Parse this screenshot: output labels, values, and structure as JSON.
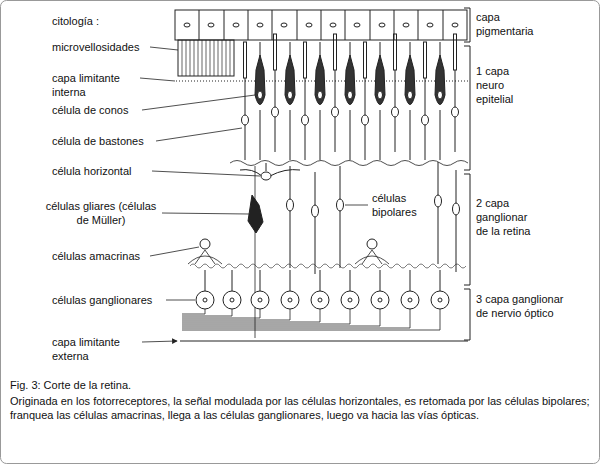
{
  "diagram": {
    "title": "Fig. 3: Corte de la retina.",
    "caption": "Originada en los fotorreceptores, la señal modulada por las células horizontales, es retomada por las células bipolares; franquea las células amacrinas, llega a las células ganglionares, luego va hacia las vías ópticas.",
    "labels": [
      "citología :",
      "microvellosidades",
      "capa limitante interna",
      "célula de conos",
      "célula de bastones",
      "célula horizontal",
      "células gliares (células de Müller)",
      "células amacrinas",
      "células ganglionares",
      "capa limitante externa",
      "capa pigmentaria",
      "1 capa neuro epitelial",
      "células bipolares",
      "2 capa ganglionar de la retina",
      "3 capa ganglionar de nervio óptico"
    ]
  }
}
